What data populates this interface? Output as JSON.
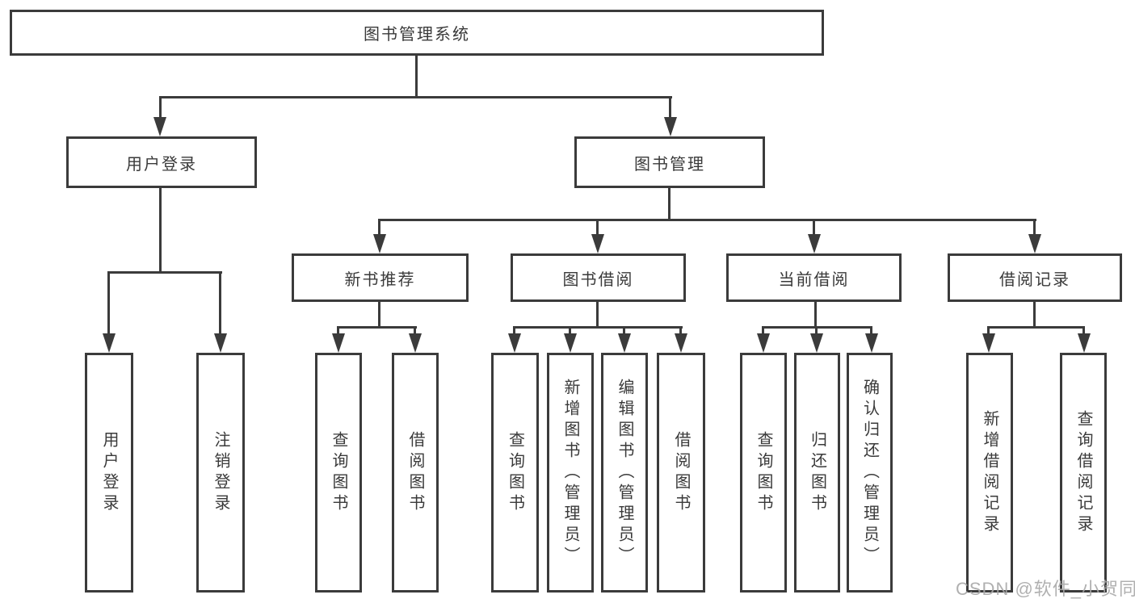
{
  "tree": {
    "label": "图书管理系统",
    "children": [
      {
        "label": "用户登录",
        "children": [
          {
            "label": "用户登录"
          },
          {
            "label": "注销登录"
          }
        ]
      },
      {
        "label": "图书管理",
        "children": [
          {
            "label": "新书推荐",
            "children": [
              {
                "label": "查询图书"
              },
              {
                "label": "借阅图书"
              }
            ]
          },
          {
            "label": "图书借阅",
            "children": [
              {
                "label": "查询图书"
              },
              {
                "label": "新增图书（管理员）"
              },
              {
                "label": "编辑图书（管理员）"
              },
              {
                "label": "借阅图书"
              }
            ]
          },
          {
            "label": "当前借阅",
            "children": [
              {
                "label": "查询图书"
              },
              {
                "label": "归还图书"
              },
              {
                "label": "确认归还（管理员）"
              }
            ]
          },
          {
            "label": "借阅记录",
            "children": [
              {
                "label": "新增借阅记录"
              },
              {
                "label": "查询借阅记录"
              }
            ]
          }
        ]
      }
    ]
  },
  "watermark": {
    "text": "CSDN @软件_小贺同学"
  },
  "colors": {
    "line": "#3b3b3b",
    "text": "#3a3a3a",
    "background": "#ffffff",
    "watermark": "#a8a8a8"
  }
}
